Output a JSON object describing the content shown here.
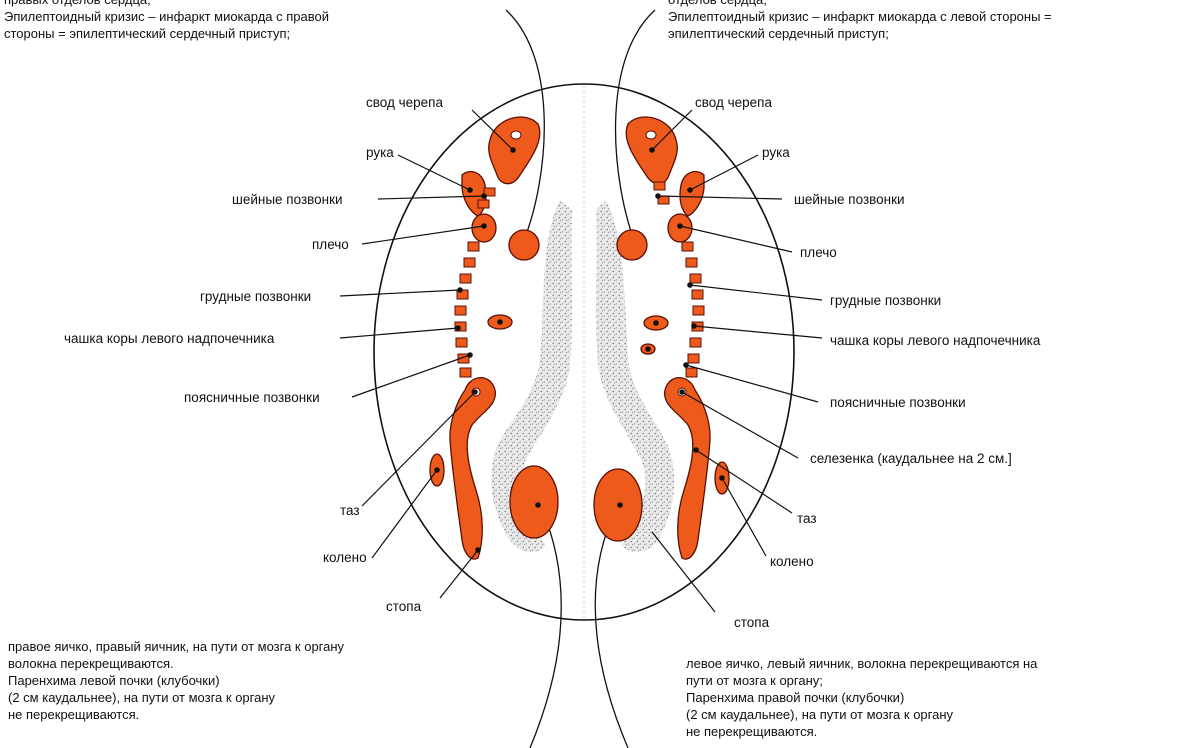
{
  "top_left": {
    "lines": [
      "правых отделов сердца;",
      "Эпилептоидный кризис – инфаркт миокарда с правой",
      "стороны = эпилептический сердечный приступ;"
    ]
  },
  "top_right": {
    "lines": [
      "отделов сердца;",
      "Эпилептоидный кризис – инфаркт миокарда с левой стороны =",
      "эпилептический сердечный приступ;"
    ]
  },
  "labels_left": {
    "skull": "свод черепа",
    "arm": "рука",
    "cervical": "шейные позвонки",
    "shoulder": "плечо",
    "thoracic": "грудные позвонки",
    "adrenal": "чашка коры левого надпочечника",
    "lumbar": "поясничные позвонки",
    "pelvis": "таз",
    "knee": "колено",
    "foot": "стопа"
  },
  "labels_right": {
    "skull": "свод черепа",
    "arm": "рука",
    "cervical": "шейные позвонки",
    "shoulder": "плечо",
    "thoracic": "грудные позвонки",
    "adrenal": "чашка коры левого надпочечника",
    "lumbar": "поясничные позвонки",
    "spleen": "селезенка (каудальнее на 2 см.]",
    "pelvis": "таз",
    "knee": "колено",
    "foot": "стопа"
  },
  "bottom_left": {
    "lines": [
      "правое яичко, правый яичник, на пути от мозга к органу",
      "волокна перекрещиваются.",
      "Паренхима левой почки (клубочки)",
      "(2 см каудальнее), на пути от мозга к органу",
      "не перекрещиваются."
    ]
  },
  "bottom_right": {
    "lines": [
      "левое яичко, левый яичник, волокна перекрещиваются  на",
      "пути от мозга к органу;",
      "Паренхима правой почки (клубочки)",
      "(2 см каудальнее), на пути от мозга к органу",
      "не перекрещиваются."
    ]
  },
  "colors": {
    "organ_fill": "#ee5a1c",
    "organ_stroke": "#5a1005",
    "line": "#111111",
    "speckle": "#8a8a8a"
  }
}
